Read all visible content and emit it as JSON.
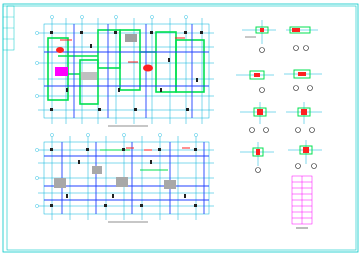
{
  "drawing": {
    "kind": "CAD structural floor plan sheet",
    "plans": [
      {
        "id": "plan-upper",
        "label_text": "",
        "scale_text": ""
      },
      {
        "id": "plan-lower",
        "label_text": "",
        "scale_text": ""
      }
    ],
    "details_count": 8,
    "colors": {
      "background": "#ffffff",
      "frame": "#00c8c8",
      "grid_cyan": "#00b4dc",
      "wall_green": "#00e050",
      "beam_blue": "#2040ff",
      "accent_red": "#ff2020",
      "accent_magenta": "#ff00ff",
      "column_gray": "#a0a0a0",
      "dark": "#202020"
    }
  }
}
